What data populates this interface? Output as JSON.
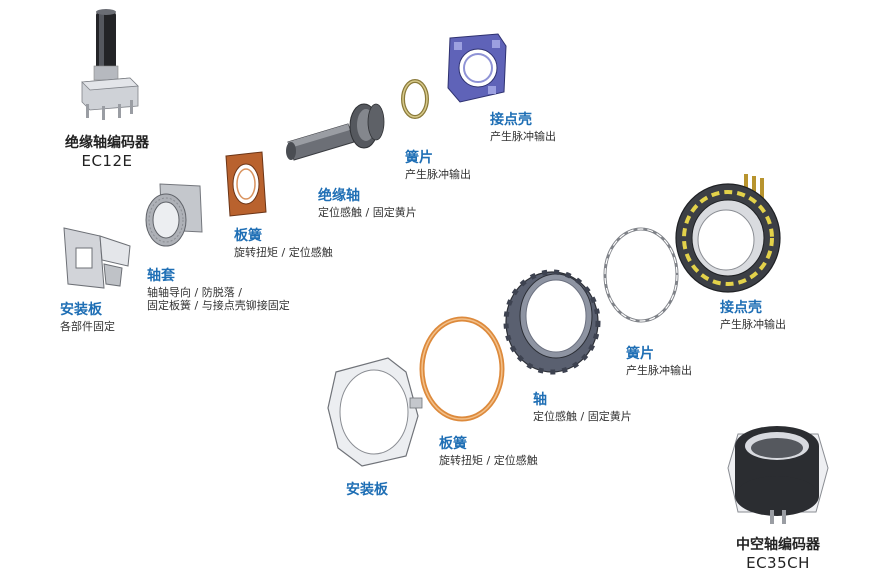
{
  "product_small": {
    "name": "绝缘轴编码器",
    "model": "EC12E"
  },
  "product_large": {
    "name": "中空轴编码器",
    "model": "EC35CH"
  },
  "labels": {
    "contact_shell_1": {
      "title": "接点壳",
      "desc": "产生脉冲输出"
    },
    "spring_1": {
      "title": "簧片",
      "desc": "产生脉冲输出"
    },
    "shaft_insulated": {
      "title": "绝缘轴",
      "desc": "定位感触 / 固定黄片"
    },
    "leaf_spring_1": {
      "title": "板簧",
      "desc": "旋转扭矩 / 定位感触"
    },
    "bushing": {
      "title": "轴套",
      "desc1": "轴轴导向 / 防脱落 /",
      "desc2": "固定板簧 / 与接点壳铆接固定"
    },
    "mount_plate_1": {
      "title": "安装板",
      "desc": "各部件固定"
    },
    "contact_shell_2": {
      "title": "接点壳",
      "desc": "产生脉冲输出"
    },
    "spring_2": {
      "title": "簧片",
      "desc": "产生脉冲输出"
    },
    "shaft_hollow": {
      "title": "轴",
      "desc": "定位感触 / 固定黄片"
    },
    "leaf_spring_2": {
      "title": "板簧",
      "desc": "旋转扭矩 / 定位感触"
    },
    "mount_plate_2": {
      "title": "安装板"
    }
  },
  "colors": {
    "label_blue": "#1f6fb5",
    "contact_shell_purple": "#5f63b8",
    "copper_spring": "#b9622e",
    "orange_ring": "#dd8a3c",
    "dark_metal": "#45484f",
    "silver": "#c9ccd2"
  }
}
